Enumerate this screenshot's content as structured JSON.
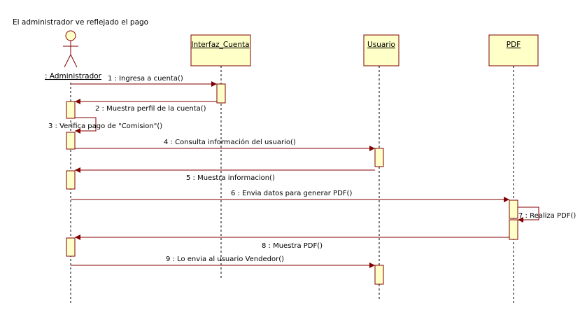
{
  "diagram": {
    "title": "El administrador ve reflejado el pago",
    "actor": {
      "name": ": Administrador"
    },
    "objects": [
      {
        "name": "Interfaz_Cuenta"
      },
      {
        "name": "Usuario"
      },
      {
        "name": "PDF"
      }
    ],
    "messages": [
      {
        "label": "1 : Ingresa a cuenta()"
      },
      {
        "label": "2 : Muestra perfil de la cuenta()"
      },
      {
        "label": "3 : Verifica pago de \"Comision\"()"
      },
      {
        "label": "4 : Consulta información del usuario()"
      },
      {
        "label": "5 : Muestra informacion()"
      },
      {
        "label": "6 : Envia datos para generar PDF()"
      },
      {
        "label": "7 : Realiza PDF()"
      },
      {
        "label": "8 : Muestra PDF()"
      },
      {
        "label": "9 : Lo envia al usuario Vendedor()"
      }
    ],
    "colors": {
      "message": "#800000",
      "box_fill": "#ffffc8",
      "box_stroke": "#800000"
    }
  }
}
